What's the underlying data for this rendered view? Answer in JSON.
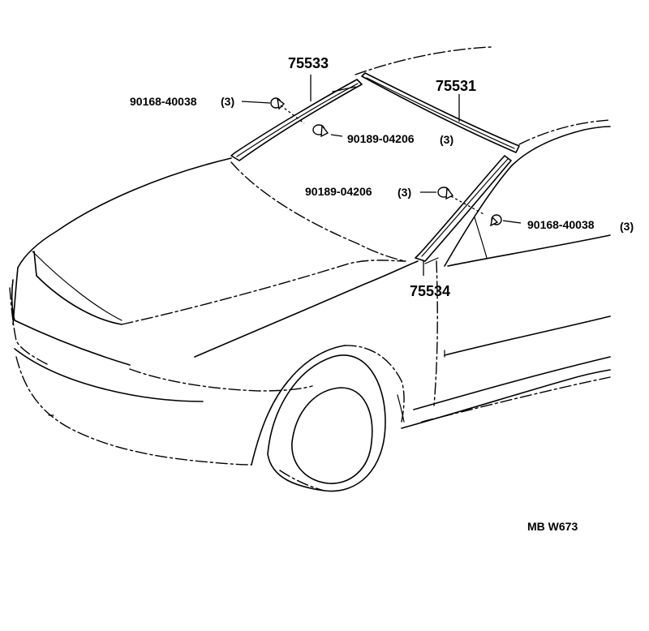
{
  "diagram": {
    "ref_code": "MB W673",
    "parts": {
      "roof_molding": {
        "number": "75531"
      },
      "left_pillar_molding": {
        "number": "75533"
      },
      "right_pillar_molding": {
        "number": "75534"
      },
      "clip_left_upper": {
        "number": "90168-40038",
        "qty": "(3)"
      },
      "clip_left_lower": {
        "number": "90189-04206",
        "qty": "(3)"
      },
      "clip_right_upper": {
        "number": "90189-04206",
        "qty": "(3)"
      },
      "clip_right_lower": {
        "number": "90168-40038",
        "qty": "(3)"
      }
    }
  }
}
